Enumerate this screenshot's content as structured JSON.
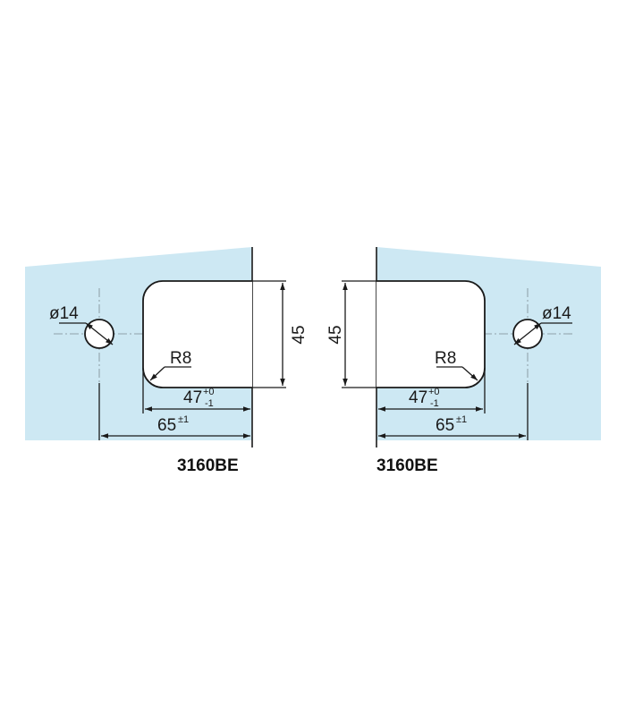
{
  "colors": {
    "glass": "#cde8f3",
    "line": "#1a1a1a"
  },
  "left": {
    "model": "3160BE",
    "hole_diameter": "ø14",
    "radius": "R8",
    "height": "45",
    "cut_width": "47",
    "cut_tol_upper": "+0",
    "cut_tol_lower": "-1",
    "overall_width": "65",
    "overall_tol": "±1"
  },
  "right": {
    "model": "3160BE",
    "hole_diameter": "ø14",
    "radius": "R8",
    "height": "45",
    "cut_width": "47",
    "cut_tol_upper": "+0",
    "cut_tol_lower": "-1",
    "overall_width": "65",
    "overall_tol": "±1"
  }
}
